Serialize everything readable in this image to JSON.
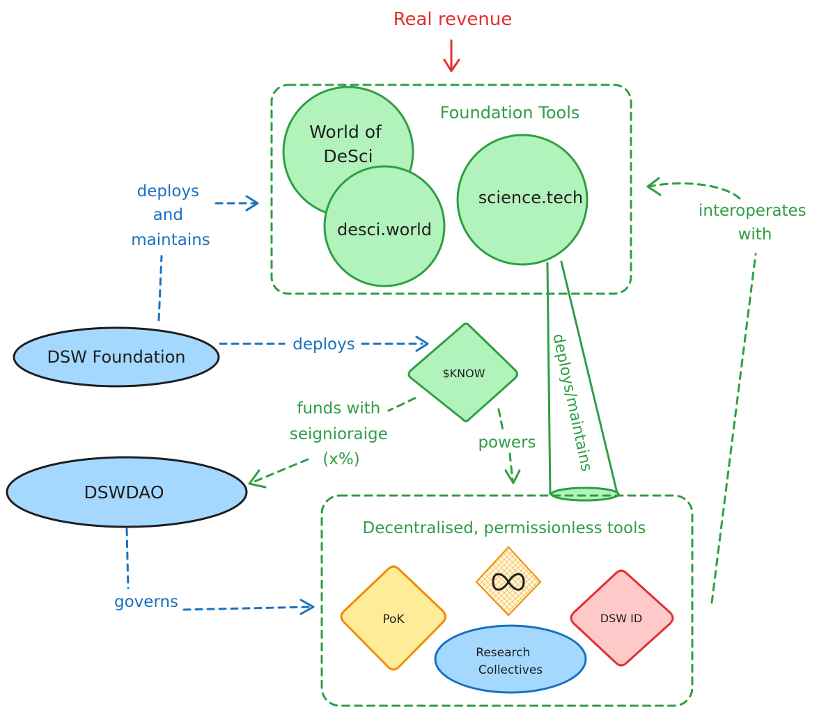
{
  "top_label": "Real revenue",
  "foundation_tools": {
    "title": "Foundation Tools",
    "world_of_desci": [
      "World of",
      "DeSci"
    ],
    "desci_world": "desci.world",
    "science_tech": "science.tech"
  },
  "dsw_foundation": "DSW Foundation",
  "dswdao": "DSWDAO",
  "know_token": "$KNOW",
  "edges": {
    "deploys_and_maintains": [
      "deploys",
      "and",
      "maintains"
    ],
    "deploys": "deploys",
    "funds_with": [
      "funds with",
      "seignioraige",
      "(x%)"
    ],
    "powers": "powers",
    "deploys_maintains": "deploys/maintains",
    "interoperates_with": [
      "interoperates",
      "with"
    ],
    "governs": "governs"
  },
  "decentralised_tools": {
    "title": "Decentralised, permissionless tools",
    "pok": "PoK",
    "dsw_id": "DSW ID",
    "research_collectives": [
      "Research",
      "Collectives"
    ]
  },
  "colors": {
    "green_stroke": "#2f9e44",
    "green_fill": "#b2f2bb",
    "blue_stroke": "#1971c2",
    "blue_fill": "#a5d8ff",
    "red": "#e03131",
    "red_fill": "#ffc9c9",
    "yellow_stroke": "#f08c00",
    "yellow_fill": "#ffec99"
  },
  "icons": {
    "infinity": "infinity-icon"
  }
}
